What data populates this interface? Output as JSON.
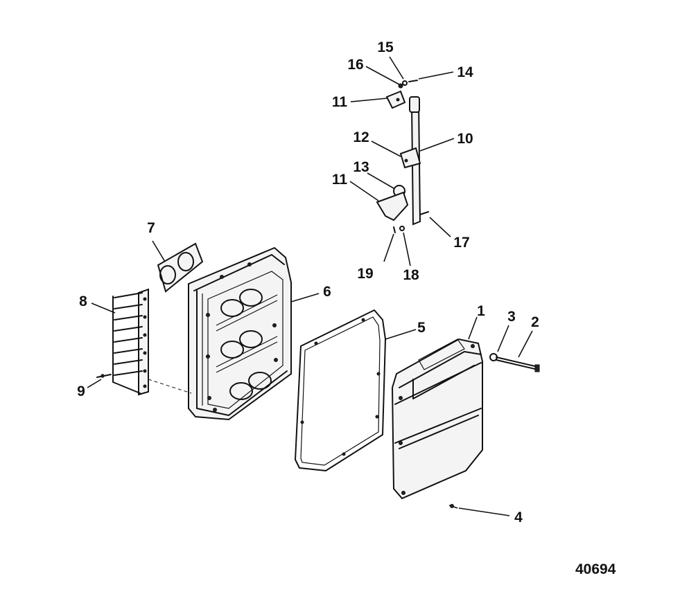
{
  "figure_number": "40694",
  "callouts": [
    {
      "id": "c1",
      "text": "1"
    },
    {
      "id": "c2",
      "text": "2"
    },
    {
      "id": "c3",
      "text": "3"
    },
    {
      "id": "c4",
      "text": "4"
    },
    {
      "id": "c5",
      "text": "5"
    },
    {
      "id": "c6",
      "text": "6"
    },
    {
      "id": "c7",
      "text": "7"
    },
    {
      "id": "c8",
      "text": "8"
    },
    {
      "id": "c9",
      "text": "9"
    },
    {
      "id": "c10",
      "text": "10"
    },
    {
      "id": "c11a",
      "text": "11"
    },
    {
      "id": "c11b",
      "text": "11"
    },
    {
      "id": "c12",
      "text": "12"
    },
    {
      "id": "c13",
      "text": "13"
    },
    {
      "id": "c14",
      "text": "14"
    },
    {
      "id": "c15",
      "text": "15"
    },
    {
      "id": "c16",
      "text": "16"
    },
    {
      "id": "c17",
      "text": "17"
    },
    {
      "id": "c18",
      "text": "18"
    },
    {
      "id": "c19",
      "text": "19"
    }
  ]
}
